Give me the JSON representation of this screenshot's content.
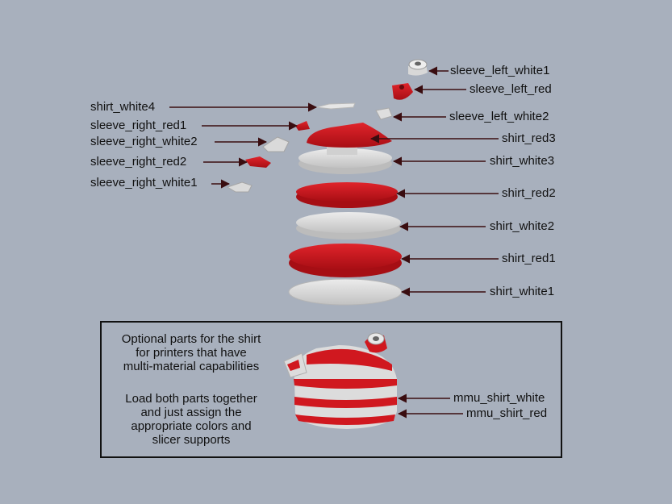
{
  "parts": [
    {
      "key": "sleeve_left_white1",
      "label": "sleeve_left_white1"
    },
    {
      "key": "sleeve_left_red",
      "label": "sleeve_left_red"
    },
    {
      "key": "shirt_white4",
      "label": "shirt_white4"
    },
    {
      "key": "sleeve_left_white2",
      "label": "sleeve_left_white2"
    },
    {
      "key": "sleeve_right_red1",
      "label": "sleeve_right_red1"
    },
    {
      "key": "shirt_red3",
      "label": "shirt_red3"
    },
    {
      "key": "sleeve_right_white2",
      "label": "sleeve_right_white2"
    },
    {
      "key": "shirt_white3",
      "label": "shirt_white3"
    },
    {
      "key": "sleeve_right_red2",
      "label": "sleeve_right_red2"
    },
    {
      "key": "sleeve_right_white1",
      "label": "sleeve_right_white1"
    },
    {
      "key": "shirt_red2",
      "label": "shirt_red2"
    },
    {
      "key": "shirt_white2",
      "label": "shirt_white2"
    },
    {
      "key": "shirt_red1",
      "label": "shirt_red1"
    },
    {
      "key": "shirt_white1",
      "label": "shirt_white1"
    },
    {
      "key": "mmu_shirt_white",
      "label": "mmu_shirt_white"
    },
    {
      "key": "mmu_shirt_red",
      "label": "mmu_shirt_red"
    }
  ],
  "mmu_note": {
    "line1": "Optional parts for the shirt",
    "line2": "for printers that have",
    "line3": "multi-material capabilities",
    "line4": "Load both parts together",
    "line5": "and just assign the",
    "line6": "appropriate colors and",
    "line7": "slicer supports"
  },
  "colors": {
    "background": "#a8b0bd",
    "red_part": "#c8161e",
    "white_part": "#dcdcdc",
    "arrow": "#3a0d10"
  }
}
